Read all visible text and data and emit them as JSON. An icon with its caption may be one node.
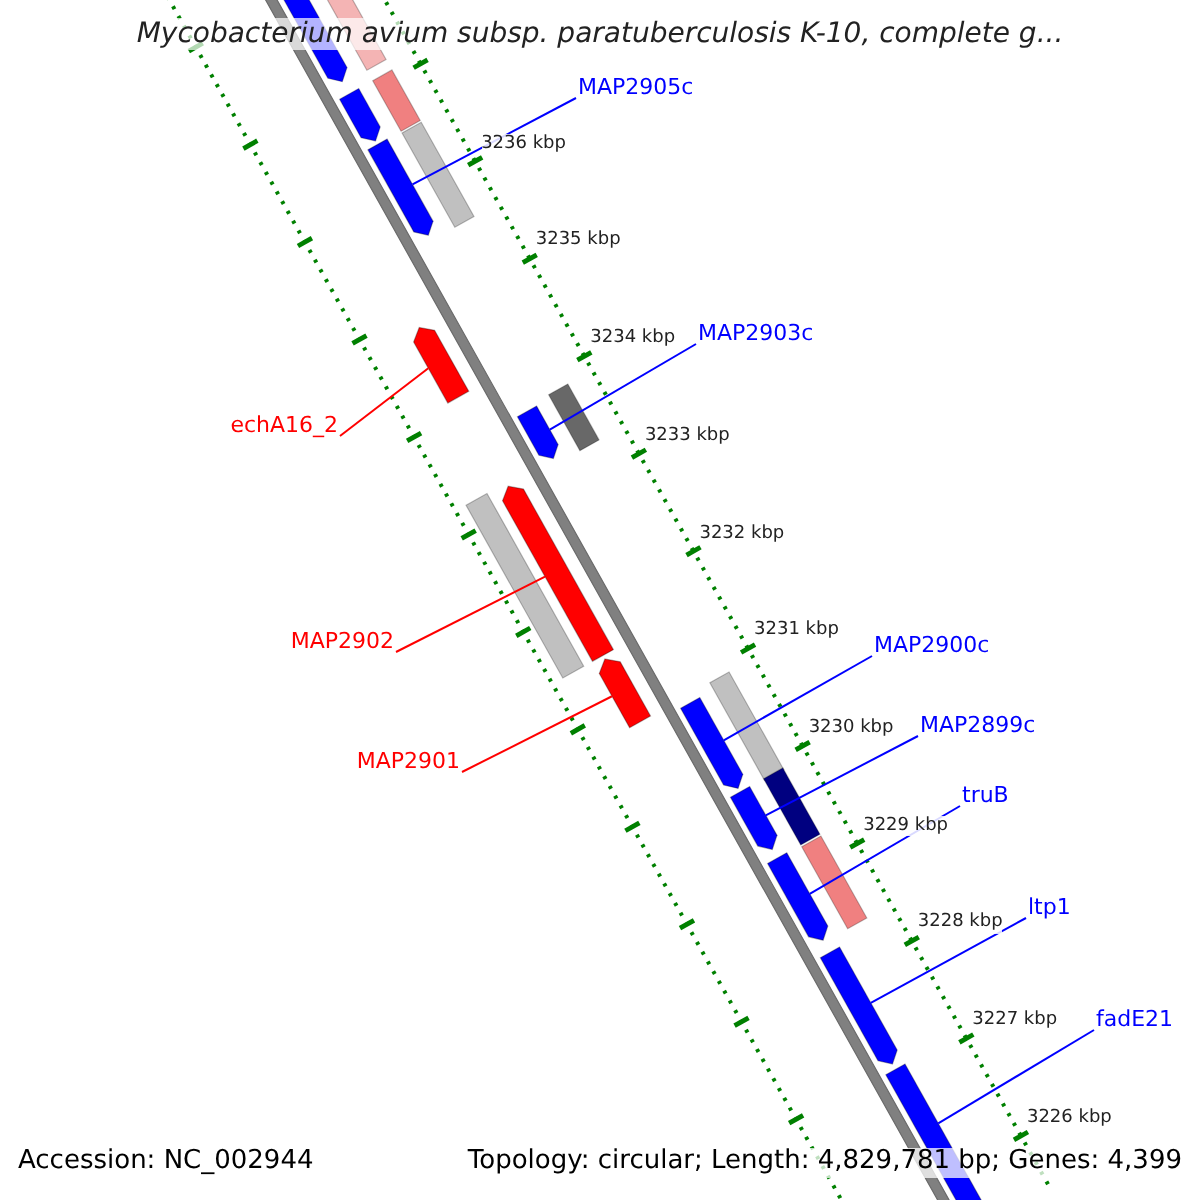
{
  "diagram": {
    "title": "Mycobacterium avium subsp. paratuberculosis K-10, complete g...",
    "nodes": [
      {
        "text": [
          "MAP2905c"
        ]
      },
      {
        "text": [],
        "shape": "arrow"
      },
      {
        "text": [
          "MAP2903c"
        ]
      },
      {
        "text": [],
        "shape": "arrow"
      },
      {
        "text": [
          "echA16_2"
        ]
      },
      {
        "text": [],
        "shape": "arrow"
      },
      {
        "text": [
          "MAP2902"
        ]
      },
      {
        "text": [],
        "shape": "arrow"
      },
      {
        "text": [
          "MAP2901"
        ]
      },
      {
        "text": [],
        "shape": "arrow"
      },
      {
        "text": [
          "MAP2900c"
        ]
      },
      {
        "text": [],
        "shape": "arrow"
      },
      {
        "text": [
          "MAP2899c"
        ]
      },
      {
        "text": [],
        "shape": "arrow"
      },
      {
        "text": [
          "truB"
        ]
      },
      {
        "text": [],
        "shape": "arrow"
      },
      {
        "text": [
          "ltp1"
        ]
      },
      {
        "text": [],
        "shape": "arrow"
      },
      {
        "text": [
          "fadE21"
        ]
      },
      {
        "text": [],
        "shape": "arrow"
      }
    ],
    "edges": [
      {
        "from": 0,
        "to": 1,
        "arrow": "none"
      },
      {
        "from": 2,
        "to": 3,
        "arrow": "none"
      },
      {
        "from": 4,
        "to": 5,
        "arrow": "none",
        "color": "#ff0000"
      },
      {
        "from": 6,
        "to": 7,
        "arrow": "none",
        "color": "#ff0000"
      },
      {
        "from": 8,
        "to": 9,
        "arrow": "none",
        "color": "#ff0000"
      },
      {
        "from": 10,
        "to": 11,
        "arrow": "none"
      },
      {
        "from": 12,
        "to": 13,
        "arrow": "none"
      },
      {
        "from": 14,
        "to": 15,
        "arrow": "none"
      },
      {
        "from": 16,
        "to": 17,
        "arrow": "none"
      },
      {
        "from": 18,
        "to": 19,
        "arrow": "none"
      }
    ],
    "labels": [
      "3236 kbp",
      "3235 kbp",
      "3234 kbp",
      "3233 kbp",
      "3232 kbp",
      "3231 kbp",
      "3230 kbp",
      "3229 kbp",
      "3228 kbp",
      "3227 kbp",
      "3226 kbp",
      "Accession: NC_002944",
      "Topology: circular; Length: 4,829,781 bp; Genes: 4,399"
    ]
  }
}
